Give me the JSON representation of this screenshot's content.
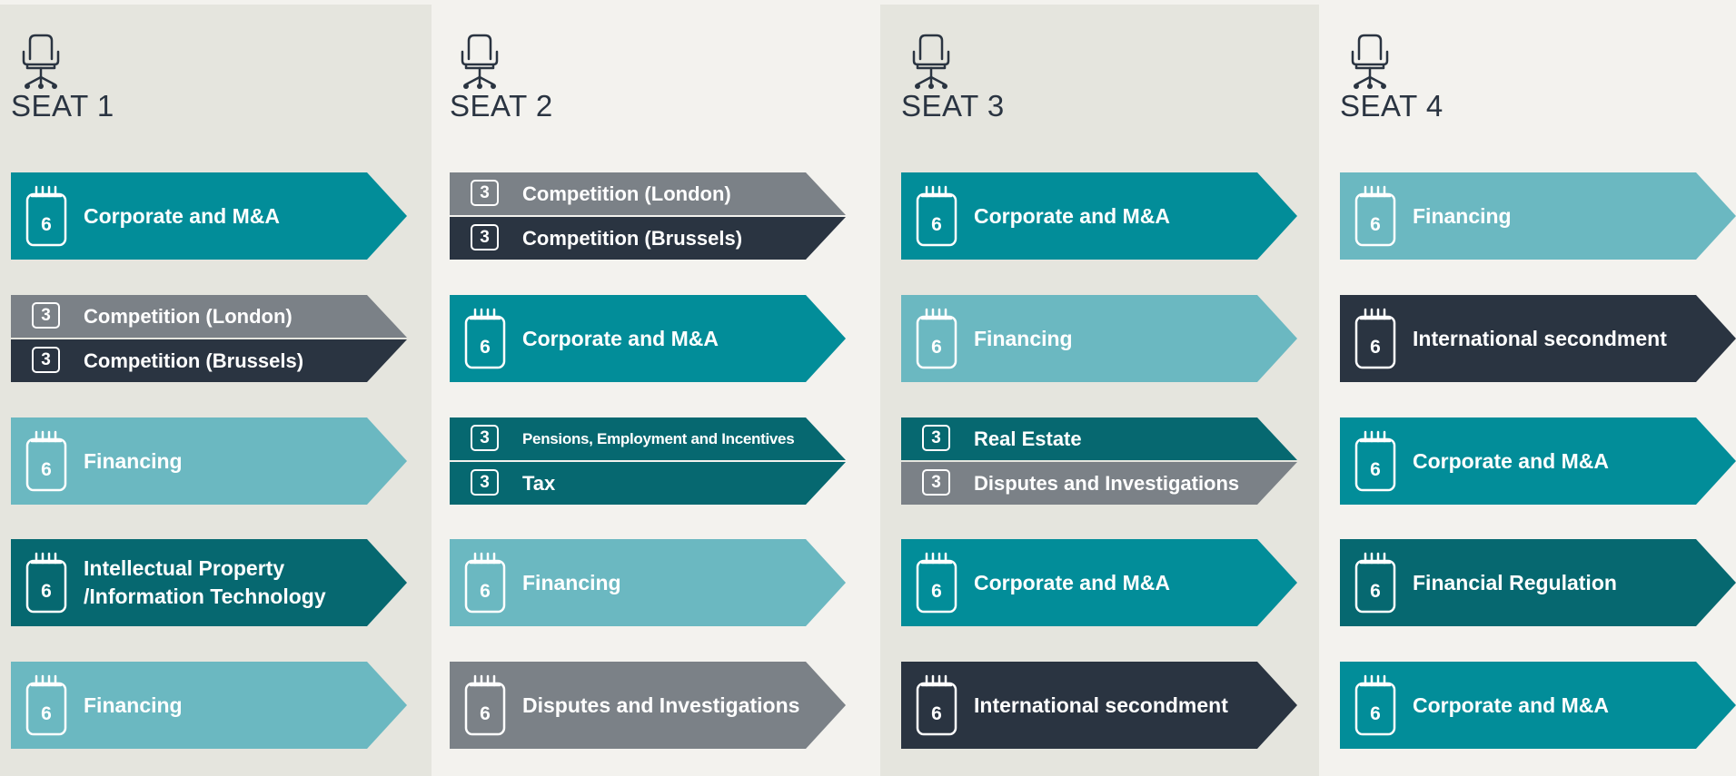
{
  "colors": {
    "teal": "#028d99",
    "light_teal": "#6bb8c1",
    "dark_teal": "#066870",
    "navy": "#2a3441",
    "grey": "#7b8187",
    "shaded_column": "#e5e5de",
    "background": "#f3f2ee"
  },
  "seats": [
    {
      "title": "SEAT 1",
      "blocks": [
        {
          "type": "full",
          "months": "6",
          "label": "Corporate and M&A",
          "color": "#028d99"
        },
        {
          "type": "split",
          "top": {
            "months": "3",
            "label": "Competition (London)",
            "color": "#7b8187"
          },
          "bottom": {
            "months": "3",
            "label": "Competition (Brussels)",
            "color": "#2a3441"
          }
        },
        {
          "type": "full",
          "months": "6",
          "label": "Financing",
          "color": "#6bb8c1"
        },
        {
          "type": "full",
          "months": "6",
          "label": "Intellectual Property\n /Information Technology",
          "color": "#066870"
        },
        {
          "type": "full",
          "months": "6",
          "label": "Financing",
          "color": "#6bb8c1"
        }
      ]
    },
    {
      "title": "SEAT 2",
      "blocks": [
        {
          "type": "split",
          "top": {
            "months": "3",
            "label": "Competition (London)",
            "color": "#7b8187"
          },
          "bottom": {
            "months": "3",
            "label": "Competition (Brussels)",
            "color": "#2a3441"
          }
        },
        {
          "type": "full",
          "months": "6",
          "label": "Corporate and M&A",
          "color": "#028d99"
        },
        {
          "type": "split",
          "top": {
            "months": "3",
            "label": "Pensions, Employment and Incentives",
            "color": "#066870",
            "small": true
          },
          "bottom": {
            "months": "3",
            "label": "Tax",
            "color": "#066870"
          }
        },
        {
          "type": "full",
          "months": "6",
          "label": "Financing",
          "color": "#6bb8c1"
        },
        {
          "type": "full",
          "months": "6",
          "label": "Disputes and Investigations",
          "color": "#7b8187"
        }
      ]
    },
    {
      "title": "SEAT 3",
      "blocks": [
        {
          "type": "full",
          "months": "6",
          "label": "Corporate and M&A",
          "color": "#028d99"
        },
        {
          "type": "full",
          "months": "6",
          "label": "Financing",
          "color": "#6bb8c1"
        },
        {
          "type": "split",
          "top": {
            "months": "3",
            "label": "Real Estate",
            "color": "#066870"
          },
          "bottom": {
            "months": "3",
            "label": "Disputes and Investigations",
            "color": "#7b8187"
          }
        },
        {
          "type": "full",
          "months": "6",
          "label": "Corporate and M&A",
          "color": "#028d99"
        },
        {
          "type": "full",
          "months": "6",
          "label": "International secondment",
          "color": "#2a3441"
        }
      ]
    },
    {
      "title": "SEAT 4",
      "blocks": [
        {
          "type": "full",
          "months": "6",
          "label": "Financing",
          "color": "#6bb8c1"
        },
        {
          "type": "full",
          "months": "6",
          "label": "International secondment",
          "color": "#2a3441"
        },
        {
          "type": "full",
          "months": "6",
          "label": "Corporate and M&A",
          "color": "#028d99"
        },
        {
          "type": "full",
          "months": "6",
          "label": "Financial Regulation",
          "color": "#066870"
        },
        {
          "type": "full",
          "months": "6",
          "label": "Corporate and M&A",
          "color": "#028d99"
        }
      ]
    }
  ]
}
